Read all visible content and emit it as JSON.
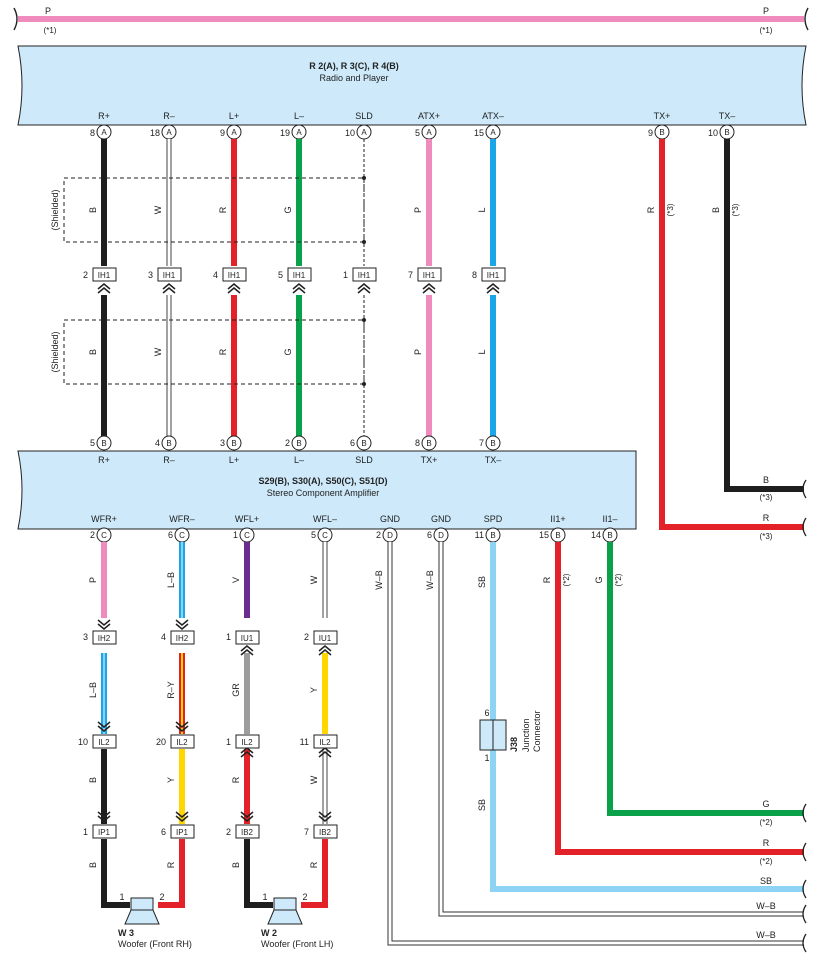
{
  "colors": {
    "box_fill": "#cde9fa",
    "P": "#f08bbd",
    "R": "#e32128",
    "G": "#0aa14b",
    "B": "#1e1e1e",
    "W": "#ffffff",
    "L": "#1ba6ea",
    "SB": "#8fd3f4",
    "V": "#6a2c8f",
    "GR": "#9d9d9d",
    "Y": "#ffd600"
  },
  "top_line": {
    "left_color_label": "P",
    "right_color_label": "P",
    "left_note": "(*1)",
    "right_note": "(*1)"
  },
  "radio": {
    "title": "R 2(A), R 3(C), R 4(B)",
    "subtitle": "Radio and Player",
    "pins": [
      {
        "label": "R+",
        "num": "8",
        "conn": "A"
      },
      {
        "label": "R–",
        "num": "18",
        "conn": "A"
      },
      {
        "label": "L+",
        "num": "9",
        "conn": "A"
      },
      {
        "label": "L–",
        "num": "19",
        "conn": "A"
      },
      {
        "label": "SLD",
        "num": "10",
        "conn": "A"
      },
      {
        "label": "ATX+",
        "num": "5",
        "conn": "A"
      },
      {
        "label": "ATX–",
        "num": "15",
        "conn": "A"
      },
      {
        "label": "TX+",
        "num": "9",
        "conn": "B"
      },
      {
        "label": "TX–",
        "num": "10",
        "conn": "B"
      }
    ]
  },
  "upper_wires": [
    "B",
    "W",
    "R",
    "G",
    "",
    "P",
    "L"
  ],
  "lower_wires": [
    "B",
    "W",
    "R",
    "G",
    "",
    "P",
    "L"
  ],
  "shielded": [
    "(Shielded)",
    "(Shielded)"
  ],
  "ih1": [
    {
      "num": "2",
      "name": "IH1"
    },
    {
      "num": "3",
      "name": "IH1"
    },
    {
      "num": "4",
      "name": "IH1"
    },
    {
      "num": "5",
      "name": "IH1"
    },
    {
      "num": "1",
      "name": "IH1"
    },
    {
      "num": "7",
      "name": "IH1"
    },
    {
      "num": "8",
      "name": "IH1"
    }
  ],
  "tx_wires": [
    {
      "color": "R",
      "note": "(*3)"
    },
    {
      "color": "B",
      "note": "(*3)"
    }
  ],
  "amp": {
    "title": "S29(B), S30(A), S50(C), S51(D)",
    "subtitle": "Stereo Component Amplifier",
    "top_pins": [
      {
        "label": "R+",
        "num": "5",
        "conn": "B"
      },
      {
        "label": "R–",
        "num": "4",
        "conn": "B"
      },
      {
        "label": "L+",
        "num": "3",
        "conn": "B"
      },
      {
        "label": "L–",
        "num": "2",
        "conn": "B"
      },
      {
        "label": "SLD",
        "num": "6",
        "conn": "B"
      },
      {
        "label": "TX+",
        "num": "8",
        "conn": "B"
      },
      {
        "label": "TX–",
        "num": "7",
        "conn": "B"
      }
    ],
    "bottom_pins": [
      {
        "label": "WFR+",
        "num": "2",
        "conn": "C"
      },
      {
        "label": "WFR–",
        "num": "6",
        "conn": "C"
      },
      {
        "label": "WFL+",
        "num": "1",
        "conn": "C"
      },
      {
        "label": "WFL–",
        "num": "5",
        "conn": "C"
      },
      {
        "label": "GND",
        "num": "2",
        "conn": "D"
      },
      {
        "label": "GND",
        "num": "6",
        "conn": "D"
      },
      {
        "label": "SPD",
        "num": "11",
        "conn": "B"
      },
      {
        "label": "II1+",
        "num": "15",
        "conn": "B"
      },
      {
        "label": "II1–",
        "num": "14",
        "conn": "B"
      }
    ]
  },
  "right_outputs": [
    {
      "color": "B",
      "note": "(*3)"
    },
    {
      "color": "R",
      "note": "(*3)"
    },
    {
      "color": "G",
      "note": "(*2)"
    },
    {
      "color": "R",
      "note": "(*2)"
    },
    {
      "color": "SB",
      "note": ""
    },
    {
      "color": "W–B",
      "note": ""
    },
    {
      "color": "W–B",
      "note": ""
    }
  ],
  "woofer_chains": [
    {
      "seg1": "P",
      "c1": {
        "num": "3",
        "name": "IH2"
      },
      "seg2": "L–B",
      "c2": {
        "num": "10",
        "name": "IL2"
      },
      "seg3": "B",
      "c3": {
        "num": "1",
        "name": "IP1"
      },
      "seg4": "B"
    },
    {
      "seg1": "L–B",
      "c1": {
        "num": "4",
        "name": "IH2"
      },
      "seg2": "R–Y",
      "c2": {
        "num": "20",
        "name": "IL2"
      },
      "seg3": "Y",
      "c3": {
        "num": "6",
        "name": "IP1"
      },
      "seg4": "R"
    },
    {
      "seg1": "V",
      "c1": {
        "num": "1",
        "name": "IU1"
      },
      "seg2": "GR",
      "c2": {
        "num": "1",
        "name": "IL2"
      },
      "seg3": "R",
      "c3": {
        "num": "2",
        "name": "IB2"
      },
      "seg4": "B"
    },
    {
      "seg1": "W",
      "c1": {
        "num": "2",
        "name": "IU1"
      },
      "seg2": "Y",
      "c2": {
        "num": "11",
        "name": "IL2"
      },
      "seg3": "W",
      "c3": {
        "num": "7",
        "name": "IB2"
      },
      "seg4": "R"
    }
  ],
  "gnd_wires": [
    "W–B",
    "W–B"
  ],
  "spd": {
    "upper": "SB",
    "lower": "SB"
  },
  "ii1_wires": [
    {
      "color": "R",
      "note": "(*2)"
    },
    {
      "color": "G",
      "note": "(*2)"
    }
  ],
  "junction": {
    "pin_top": "6",
    "pin_bottom": "1",
    "id": "J38",
    "label1": "Junction",
    "label2": "Connector"
  },
  "woofers": [
    {
      "id": "W 3",
      "name": "Woofer (Front RH)",
      "pin1": "1",
      "pin2": "2"
    },
    {
      "id": "W 2",
      "name": "Woofer (Front LH)",
      "pin1": "1",
      "pin2": "2"
    }
  ]
}
